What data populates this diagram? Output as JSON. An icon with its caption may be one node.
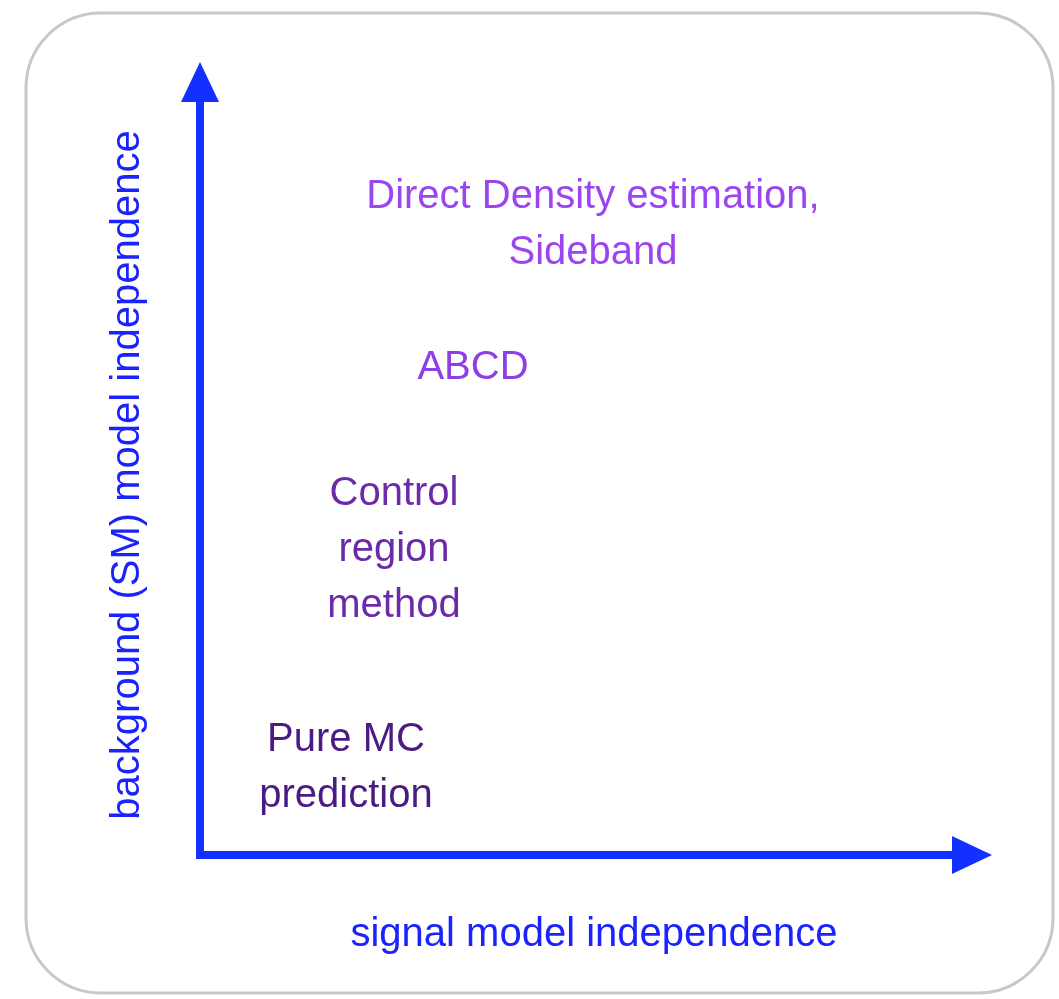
{
  "diagram": {
    "labels": [
      "Direct Density estimation, Sideband",
      "ABCD",
      "Control region method",
      "Pure MC prediction",
      "background (SM) model independence",
      "signal model independence"
    ]
  }
}
